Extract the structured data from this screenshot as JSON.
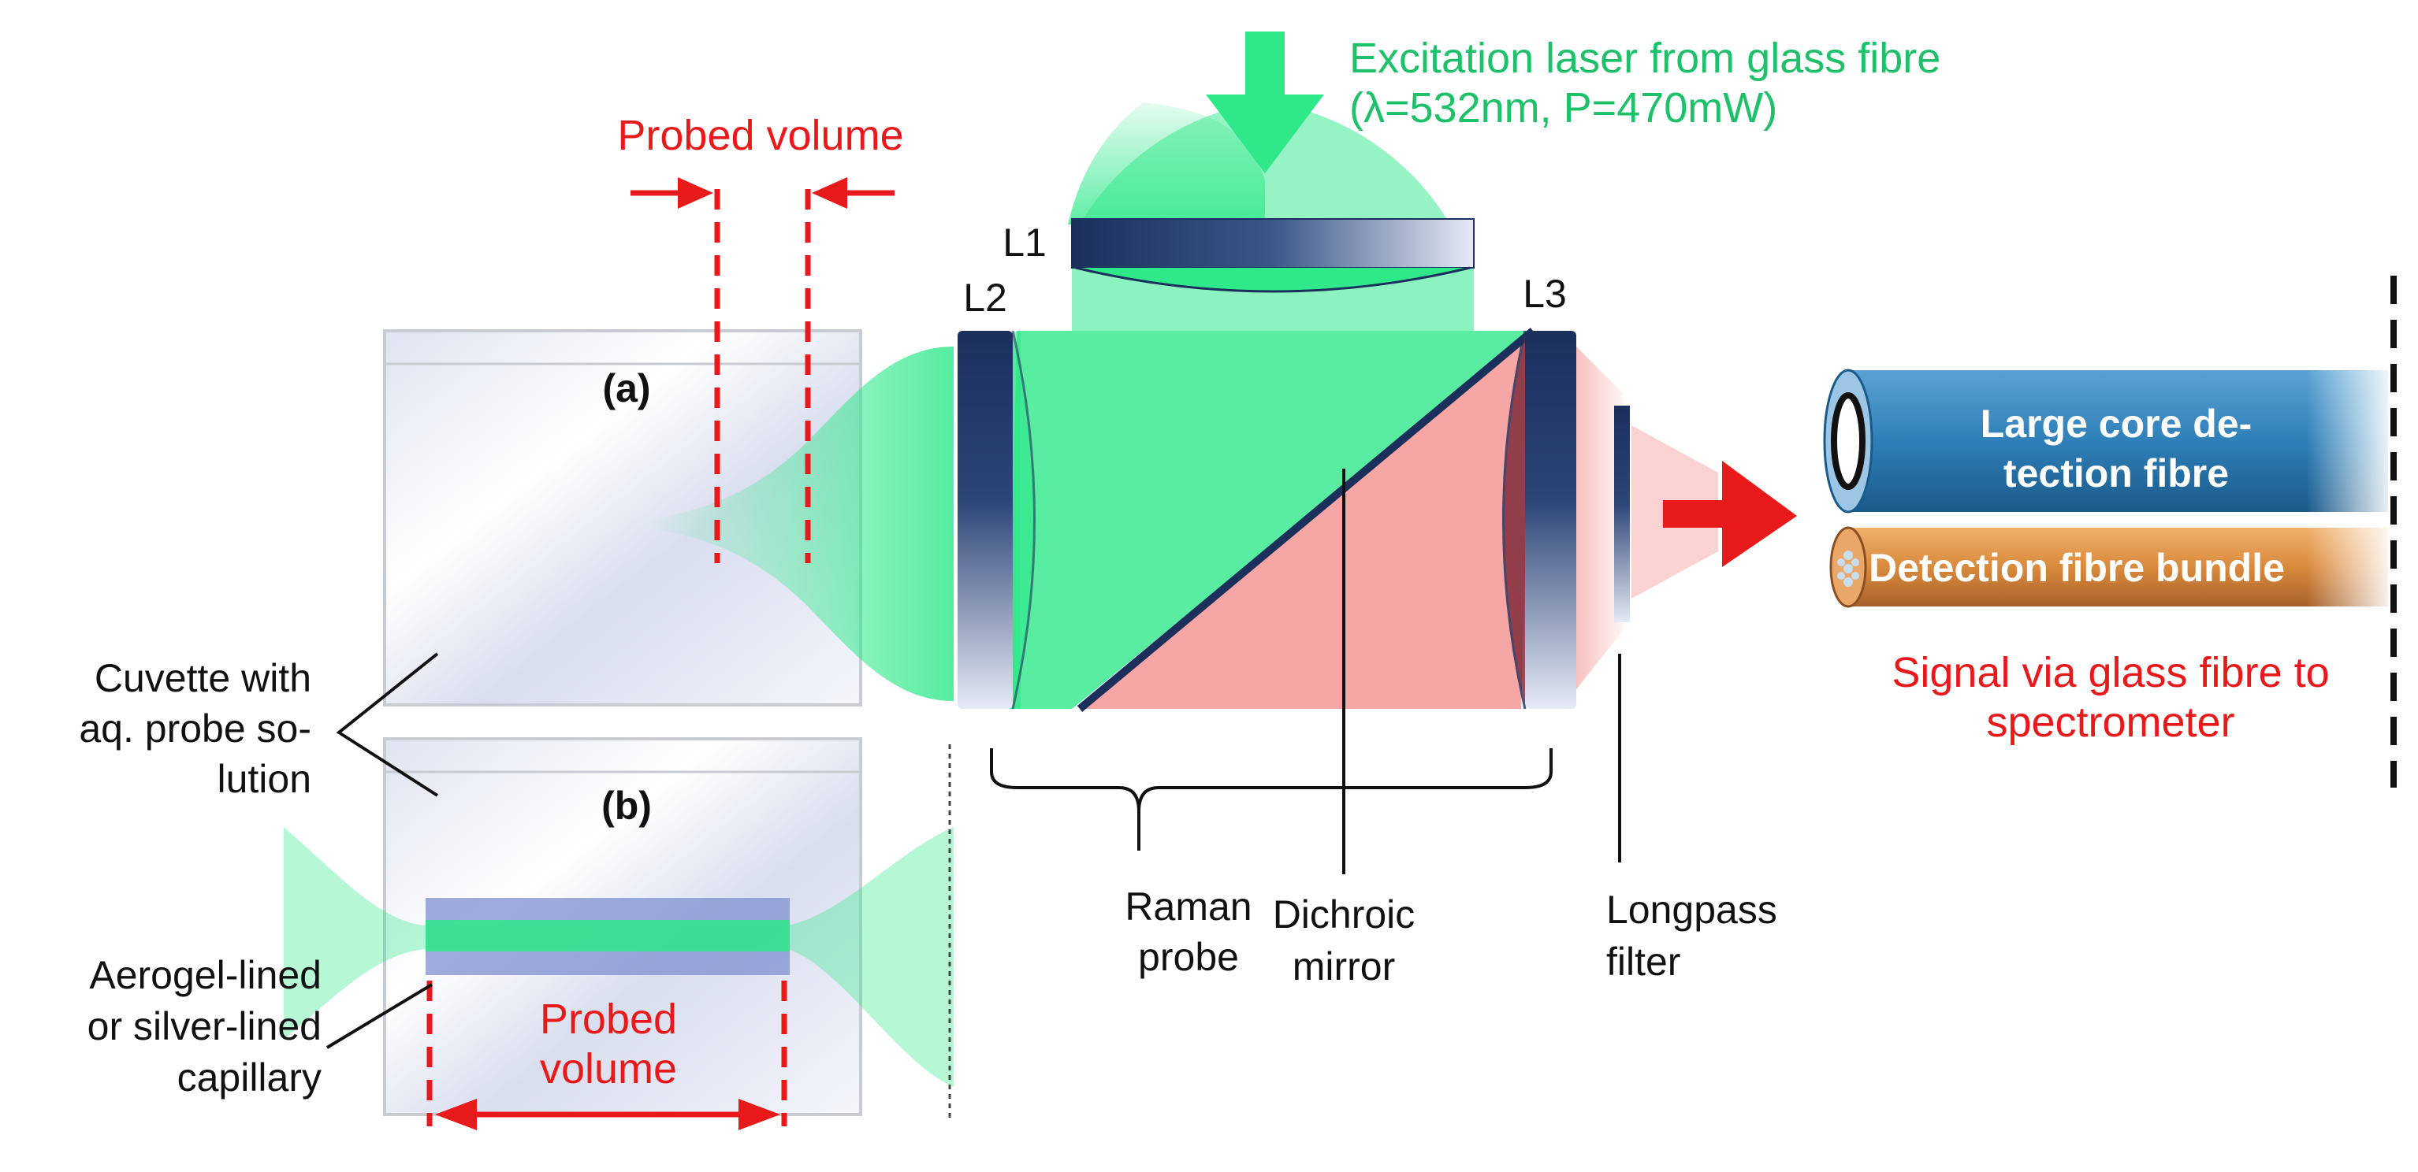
{
  "colors": {
    "laser_green": "#2ee88a",
    "signal_red": "#e8191a",
    "signal_pink": "#f7a6a6",
    "lens_navy": "#1b2f5c",
    "fibre_blue": "#2f7fb8",
    "bundle_orange": "#d98a3c"
  },
  "excitation": {
    "line1": "Excitation laser from glass fibre",
    "line2": "(λ=532nm, P=470mW)"
  },
  "probed_volume_top": "Probed volume",
  "probed_volume_bottom": {
    "line1": "Probed",
    "line2": "volume"
  },
  "lenses": {
    "l1": "L1",
    "l2": "L2",
    "l3": "L3"
  },
  "panels": {
    "a": "(a)",
    "b": "(b)"
  },
  "cuvette": {
    "line1": "Cuvette with",
    "line2": "aq. probe so-",
    "line3": "lution"
  },
  "capillary": {
    "line1": "Aerogel-lined",
    "line2": "or silver-lined",
    "line3": "capillary"
  },
  "raman_probe": {
    "line1": "Raman",
    "line2": "probe"
  },
  "dichroic": {
    "line1": "Dichroic",
    "line2": "mirror"
  },
  "longpass": {
    "line1": "Longpass",
    "line2": "filter"
  },
  "large_fibre": {
    "line1": "Large core de-",
    "line2": "tection fibre"
  },
  "fibre_bundle": "Detection fibre bundle",
  "signal": {
    "line1": "Signal via glass fibre to",
    "line2": "spectrometer"
  }
}
